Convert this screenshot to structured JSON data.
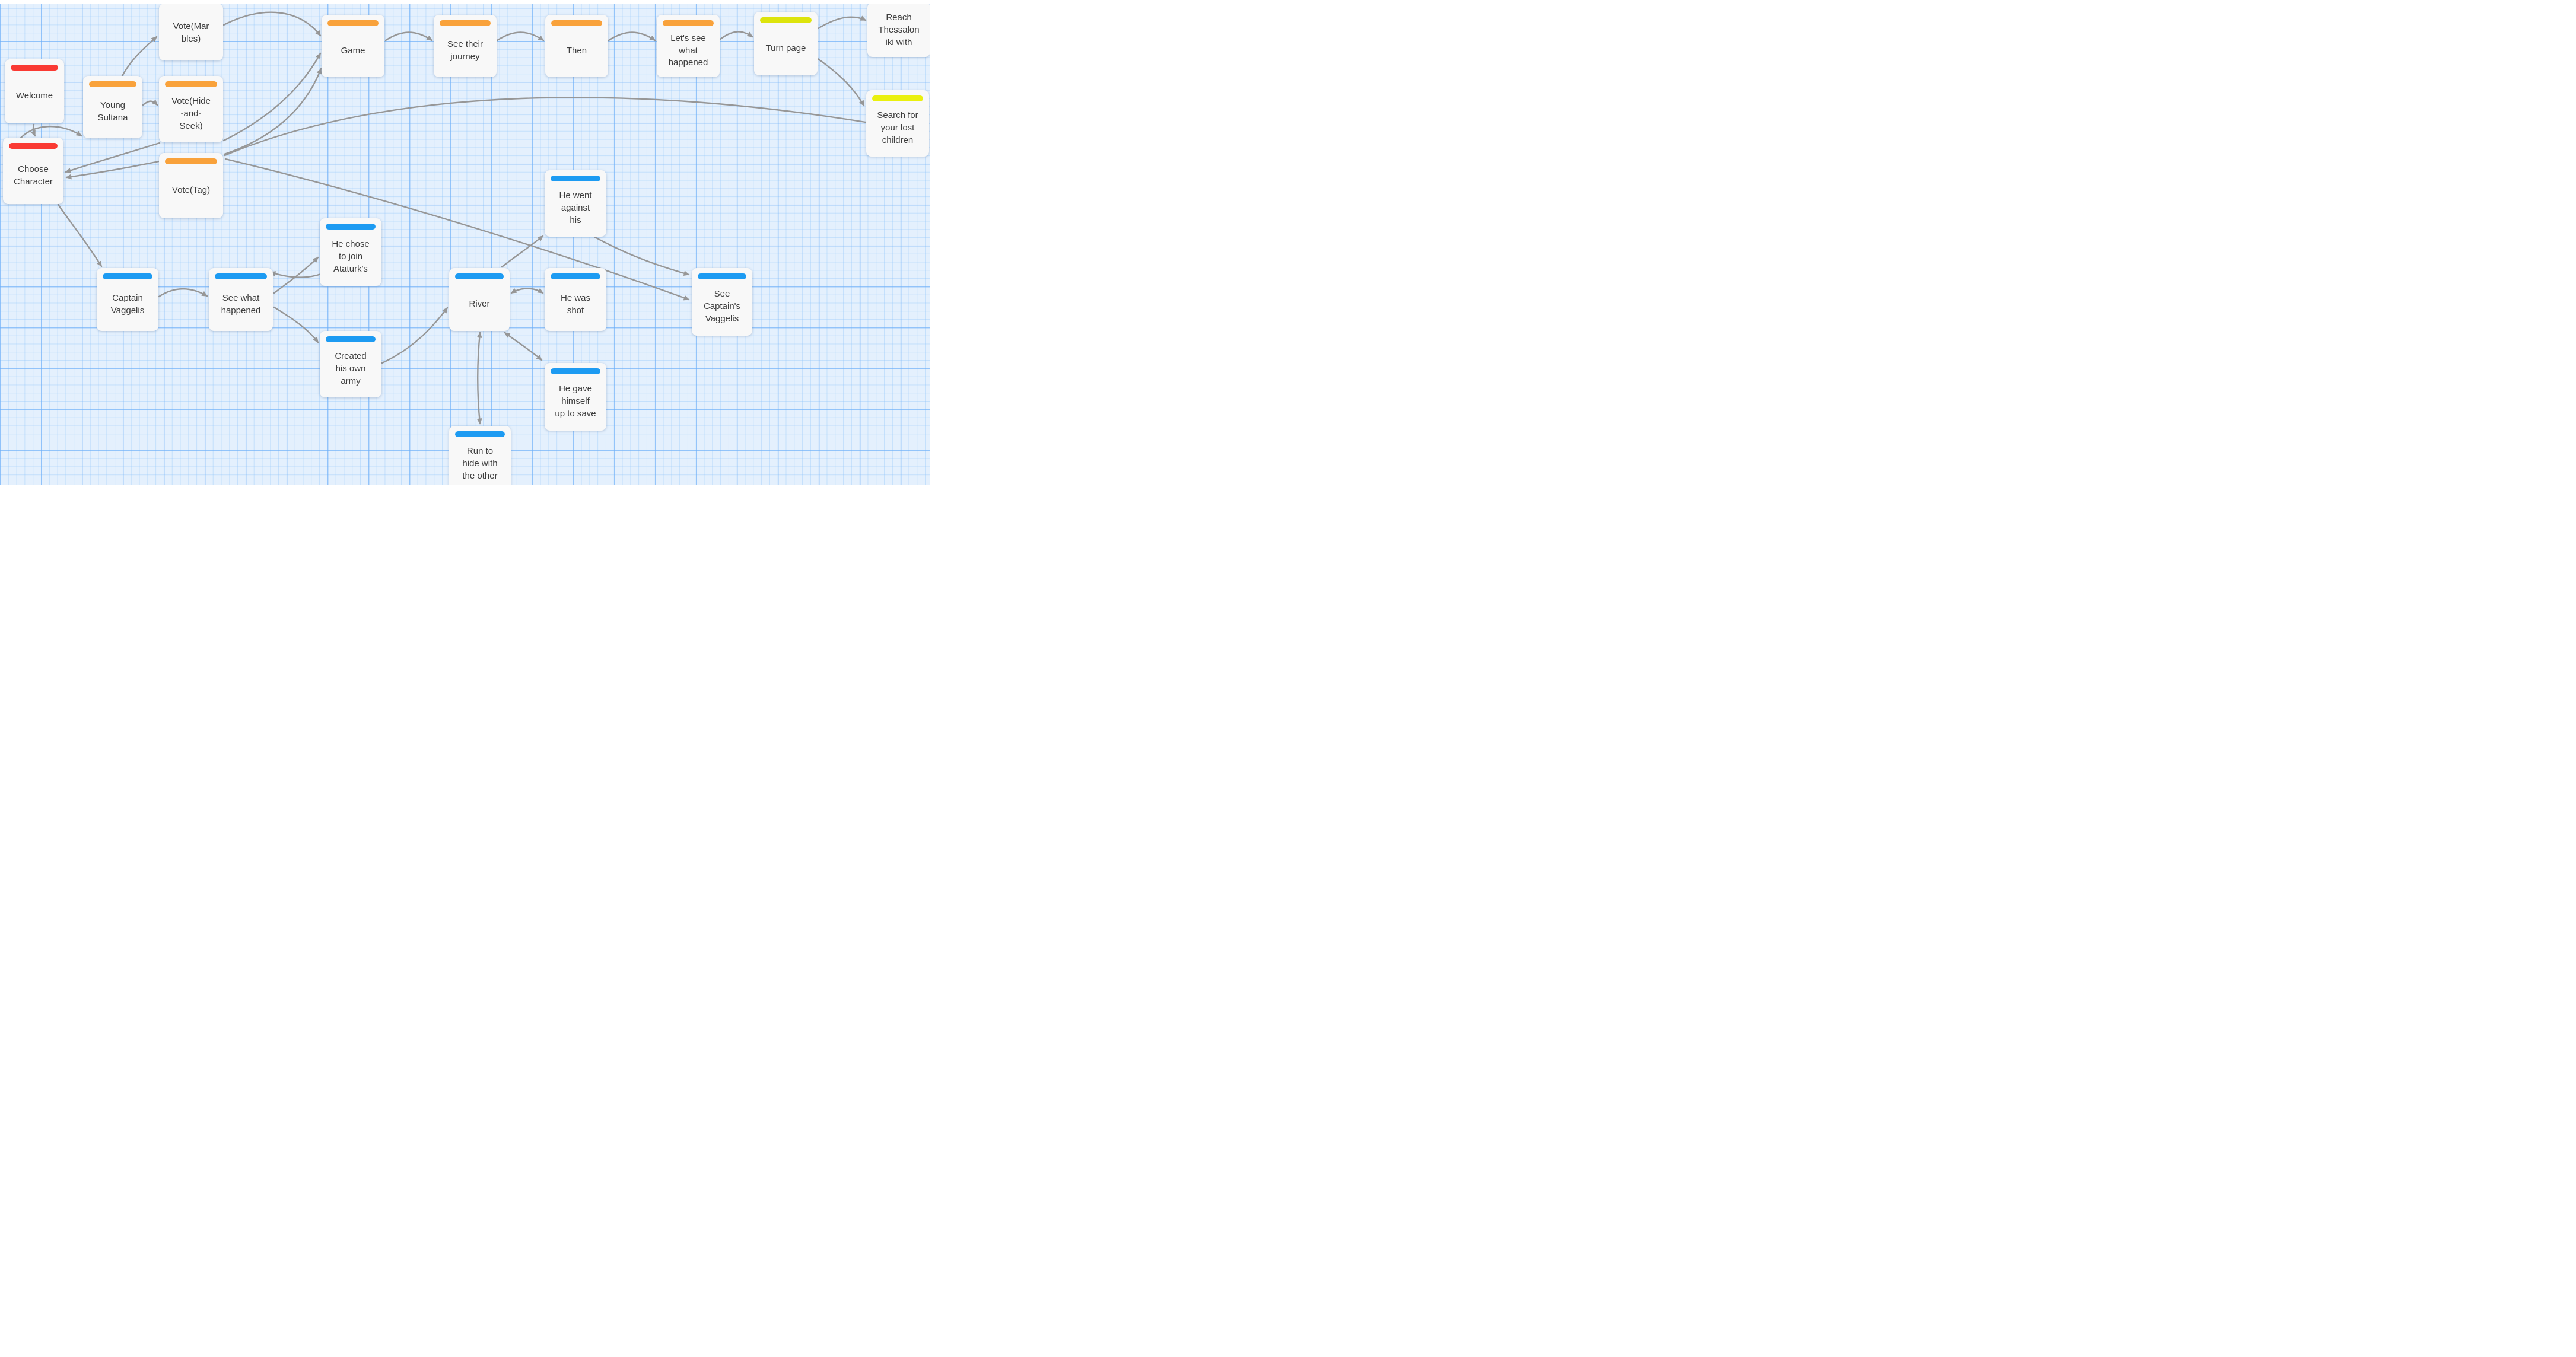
{
  "canvas": {
    "nodes": [
      {
        "id": "welcome",
        "label": "Welcome",
        "color": "red"
      },
      {
        "id": "young-sultana",
        "label": "Young\nSultana",
        "color": "orange"
      },
      {
        "id": "vote-marbles",
        "label": "Vote(Mar\nbles)",
        "color": null
      },
      {
        "id": "vote-hide-and-seek",
        "label": "Vote(Hide\n-and-\nSeek)",
        "color": "orange"
      },
      {
        "id": "vote-tag",
        "label": "Vote(Tag)",
        "color": "orange"
      },
      {
        "id": "choose-character",
        "label": "Choose\nCharacter",
        "color": "red"
      },
      {
        "id": "game",
        "label": "Game",
        "color": "orange"
      },
      {
        "id": "see-their-journey",
        "label": "See their\njourney",
        "color": "orange"
      },
      {
        "id": "then",
        "label": "Then",
        "color": "orange"
      },
      {
        "id": "lets-see-what-happened",
        "label": "Let's see\nwhat\nhappened",
        "color": "orange"
      },
      {
        "id": "turn-page",
        "label": "Turn page",
        "color": "lime"
      },
      {
        "id": "reach-thessaloniki",
        "label": "Reach\nThessalon\niki with",
        "color": null
      },
      {
        "id": "search-for-your-lost-children",
        "label": "Search for\nyour lost\nchildren",
        "color": "yellow"
      },
      {
        "id": "captain-vaggelis",
        "label": "Captain\nVaggelis",
        "color": "blue"
      },
      {
        "id": "see-what-happened",
        "label": "See what\nhappened",
        "color": "blue"
      },
      {
        "id": "he-chose-to-join-ataturks",
        "label": "He chose\nto join\nAtaturk's",
        "color": "blue"
      },
      {
        "id": "created-his-own-army",
        "label": "Created\nhis own\narmy",
        "color": "blue"
      },
      {
        "id": "river",
        "label": "River",
        "color": "blue"
      },
      {
        "id": "he-was-shot",
        "label": "He was\nshot",
        "color": "blue"
      },
      {
        "id": "he-went-against-his",
        "label": "He went\nagainst\nhis",
        "color": "blue"
      },
      {
        "id": "see-captains-vaggelis",
        "label": "See\nCaptain's\nVaggelis",
        "color": "blue"
      },
      {
        "id": "he-gave-himself-up-to-save",
        "label": "He gave\nhimself\nup to save",
        "color": "blue"
      },
      {
        "id": "run-to-hide-with-the-other",
        "label": "Run to\nhide with\nthe other",
        "color": "blue"
      }
    ],
    "edges": [
      {
        "id": "welcome-to-choose-character",
        "from": "welcome",
        "to": "choose-character",
        "arrows": "end"
      },
      {
        "id": "choose-character-to-young-sultana",
        "from": "choose-character",
        "to": "young-sultana",
        "arrows": "end"
      },
      {
        "id": "young-sultana-to-vote-marbles",
        "from": "young-sultana",
        "to": "vote-marbles",
        "arrows": "end"
      },
      {
        "id": "young-sultana-to-vote-hide",
        "from": "young-sultana",
        "to": "vote-hide-and-seek",
        "arrows": "end"
      },
      {
        "id": "vote-marbles-to-game",
        "from": "vote-marbles",
        "to": "game",
        "arrows": "end"
      },
      {
        "id": "vote-hide-to-game",
        "from": "vote-hide-and-seek",
        "to": "game",
        "arrows": "end"
      },
      {
        "id": "vote-tag-to-game",
        "from": "vote-tag",
        "to": "game",
        "arrows": "end"
      },
      {
        "id": "game-to-see-their-journey",
        "from": "game",
        "to": "see-their-journey",
        "arrows": "end"
      },
      {
        "id": "see-their-journey-to-then",
        "from": "see-their-journey",
        "to": "then",
        "arrows": "end"
      },
      {
        "id": "then-to-lets-see",
        "from": "then",
        "to": "lets-see-what-happened",
        "arrows": "end"
      },
      {
        "id": "lets-see-to-turn-page",
        "from": "lets-see-what-happened",
        "to": "turn-page",
        "arrows": "end"
      },
      {
        "id": "turn-page-to-reach-thessaloniki",
        "from": "turn-page",
        "to": "reach-thessaloniki",
        "arrows": "end"
      },
      {
        "id": "turn-page-to-search",
        "from": "turn-page",
        "to": "search-for-your-lost-children",
        "arrows": "end"
      },
      {
        "id": "vote-tag-to-search",
        "from": "vote-tag",
        "to": "search-for-your-lost-children",
        "arrows": "none"
      },
      {
        "id": "vote-hide-to-choose-character",
        "from": "vote-hide-and-seek",
        "to": "choose-character",
        "arrows": "end"
      },
      {
        "id": "vote-tag-to-choose-character",
        "from": "vote-tag",
        "to": "choose-character",
        "arrows": "end"
      },
      {
        "id": "choose-character-to-captain-vaggelis",
        "from": "choose-character",
        "to": "captain-vaggelis",
        "arrows": "end"
      },
      {
        "id": "captain-vaggelis-to-see-what",
        "from": "captain-vaggelis",
        "to": "see-what-happened",
        "arrows": "end"
      },
      {
        "id": "see-what-to-he-chose",
        "from": "see-what-happened",
        "to": "he-chose-to-join-ataturks",
        "arrows": "end"
      },
      {
        "id": "he-chose-to-see-what",
        "from": "he-chose-to-join-ataturks",
        "to": "see-what-happened",
        "arrows": "end"
      },
      {
        "id": "see-what-to-created-army",
        "from": "see-what-happened",
        "to": "created-his-own-army",
        "arrows": "end"
      },
      {
        "id": "created-army-to-river",
        "from": "created-his-own-army",
        "to": "river",
        "arrows": "end"
      },
      {
        "id": "river-he-was-shot",
        "from": "river",
        "to": "he-was-shot",
        "arrows": "both"
      },
      {
        "id": "river-to-he-went-against",
        "from": "river",
        "to": "he-went-against-his",
        "arrows": "end"
      },
      {
        "id": "he-went-to-see-captains",
        "from": "he-went-against-his",
        "to": "see-captains-vaggelis",
        "arrows": "end"
      },
      {
        "id": "vote-tag-to-see-captains",
        "from": "vote-tag",
        "to": "see-captains-vaggelis",
        "arrows": "end"
      },
      {
        "id": "river-run-to-hide",
        "from": "river",
        "to": "run-to-hide-with-the-other",
        "arrows": "both"
      },
      {
        "id": "river-he-gave-himself",
        "from": "river",
        "to": "he-gave-himself-up-to-save",
        "arrows": "both"
      }
    ]
  },
  "colors": {
    "red": "#fa3a33",
    "orange": "#f9a23b",
    "blue": "#1d9bf2",
    "lime": "#dde40c",
    "yellow": "#eaf00e",
    "edge": "#979797",
    "node_bg": "#f8f8f8",
    "canvas_bg": "#e4f0fd"
  }
}
